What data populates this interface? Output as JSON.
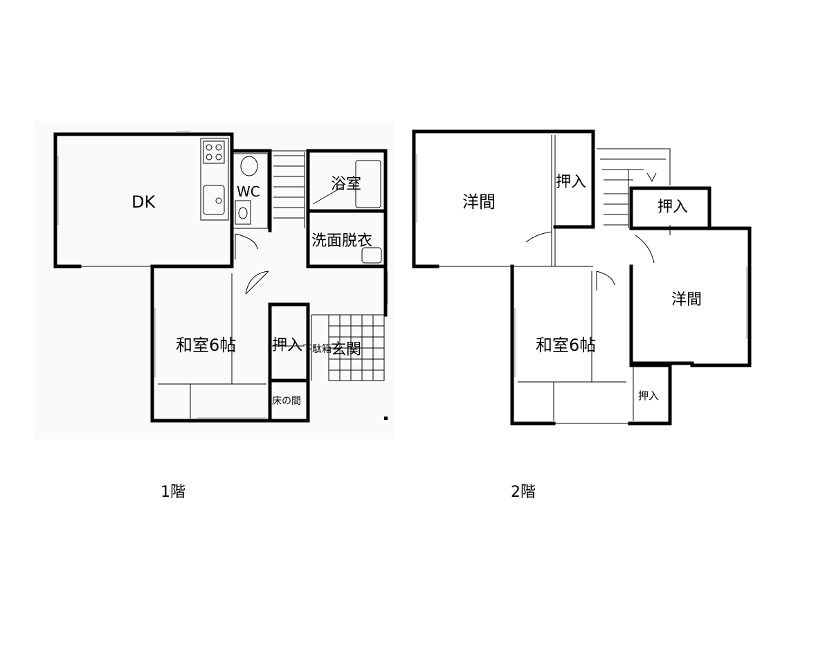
{
  "floor1": {
    "label": "1階",
    "rooms": {
      "dk": "DK",
      "wc": "WC",
      "bath": "浴室",
      "washroom": "洗面脱衣",
      "washitsu": "和室6帖",
      "oshiire": "押入",
      "getabako": "下駄箱",
      "genkan": "玄関",
      "tokonoma": "床の間"
    }
  },
  "floor2": {
    "label": "2階",
    "rooms": {
      "youma_left": "洋間",
      "oshiire_top": "押入",
      "oshiire_right": "押入",
      "youma_right": "洋間",
      "washitsu": "和室6帖",
      "oshiire_small": "押入"
    }
  }
}
